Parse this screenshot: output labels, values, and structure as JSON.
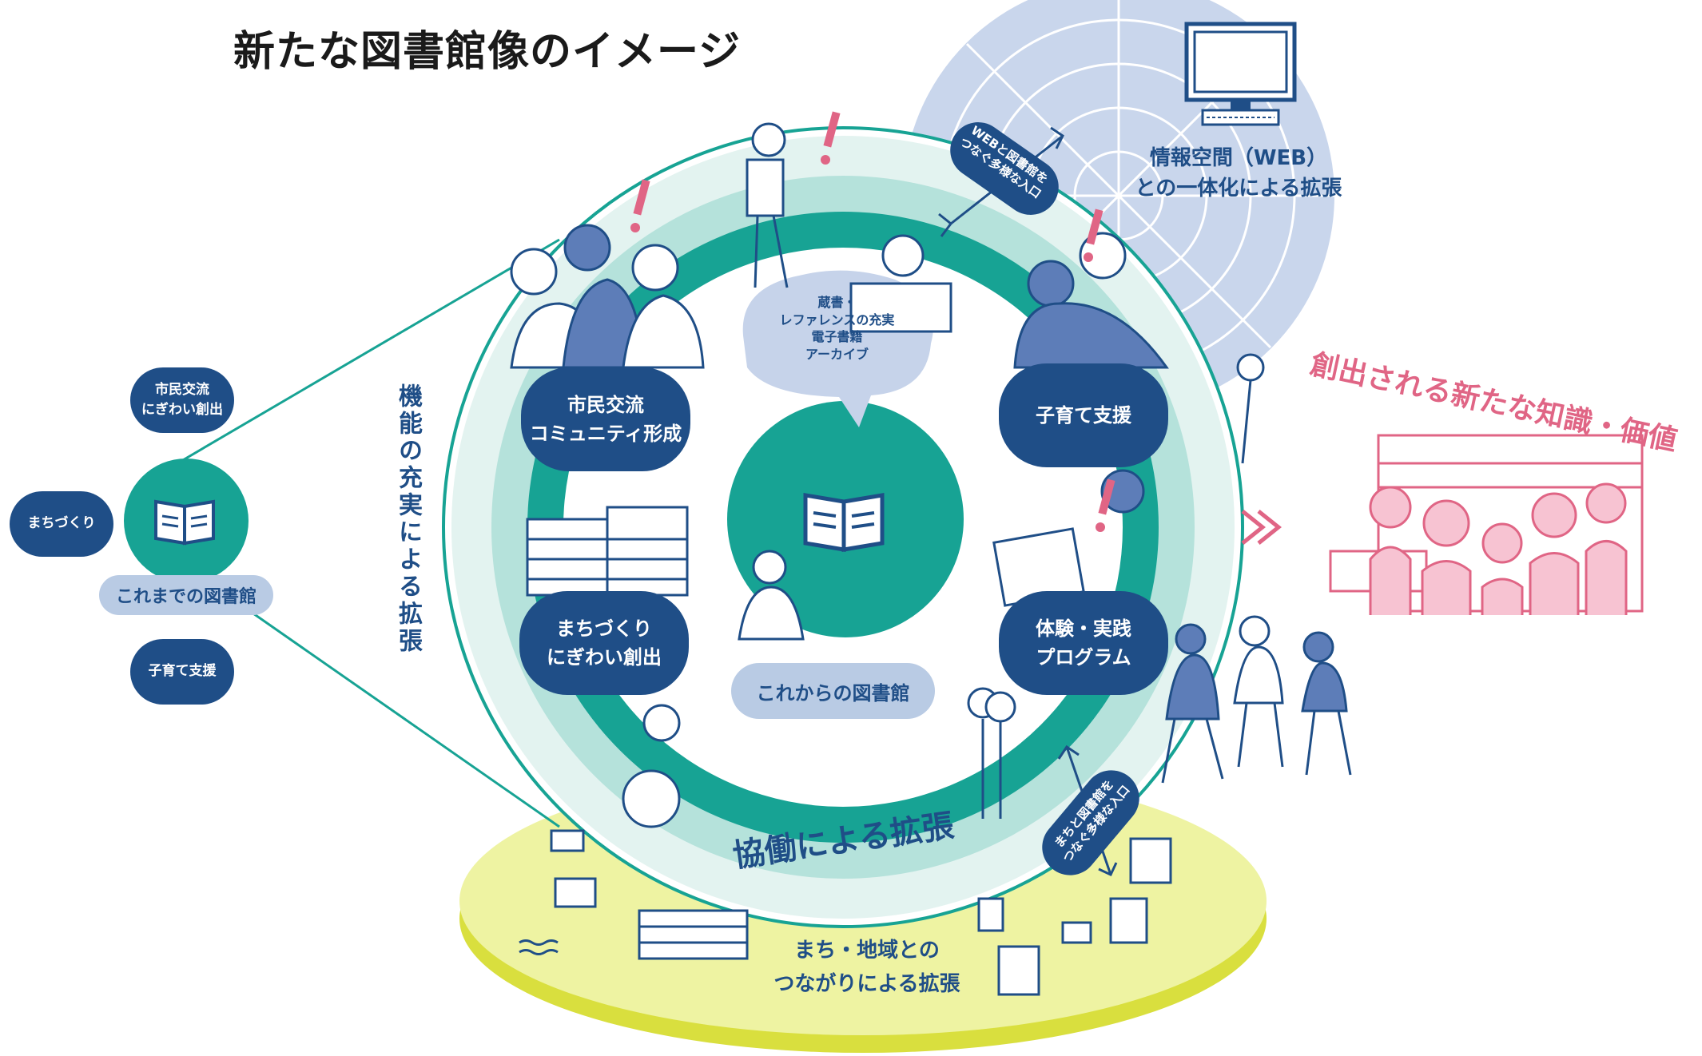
{
  "title": "新たな図書館像のイメージ",
  "current_library": {
    "label": "これまでの図書館",
    "satellites": {
      "citizen_line1": "市民交流",
      "citizen_line2": "にぎわい創出",
      "town": "まちづくり",
      "childcare": "子育て支援"
    }
  },
  "expansion_function": "機能の充実による拡張",
  "center": {
    "speech_line1": "蔵書・",
    "speech_line2": "レファレンスの充実",
    "speech_line3": "電子書籍",
    "speech_line4": "アーカイブ",
    "label": "これからの図書館"
  },
  "ring_pills": {
    "p1_line1": "市民交流",
    "p1_line2": "コミュニティ形成",
    "p2": "子育て支援",
    "p3_line1": "まちづくり",
    "p3_line2": "にぎわい創出",
    "p4_line1": "体験・実践",
    "p4_line2": "プログラム"
  },
  "collaboration": "協働による拡張",
  "web": {
    "label_line1": "情報空間（WEB）",
    "label_line2": "との一体化による拡張",
    "entry_line1": "WEBと図書館を",
    "entry_line2": "つなぐ多様な入口"
  },
  "town_entry": {
    "line1": "まちと図書館を",
    "line2": "つなぐ多様な入口"
  },
  "community": {
    "line1": "まち・地域との",
    "line2": "つながりによる拡張"
  },
  "result": "創出される新たな知識・価値",
  "colors": {
    "navy": "#1f4e87",
    "teal": "#17a394",
    "pink": "#e06585",
    "yellow": "#eef3a2",
    "web_blue": "#c6d3ea"
  }
}
